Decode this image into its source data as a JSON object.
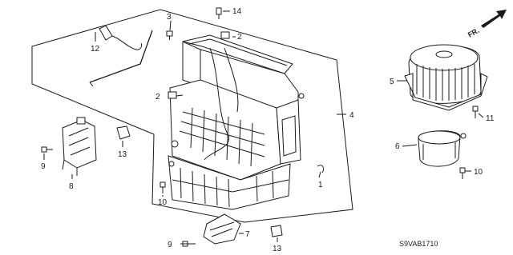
{
  "callouts": [
    {
      "id": "c1",
      "label": "1"
    },
    {
      "id": "c2a",
      "label": "2"
    },
    {
      "id": "c2b",
      "label": "2"
    },
    {
      "id": "c3",
      "label": "3"
    },
    {
      "id": "c4",
      "label": "4"
    },
    {
      "id": "c5",
      "label": "5"
    },
    {
      "id": "c6",
      "label": "6"
    },
    {
      "id": "c7",
      "label": "7"
    },
    {
      "id": "c8",
      "label": "8"
    },
    {
      "id": "c9a",
      "label": "9"
    },
    {
      "id": "c9b",
      "label": "9"
    },
    {
      "id": "c10a",
      "label": "10"
    },
    {
      "id": "c10b",
      "label": "10"
    },
    {
      "id": "c11",
      "label": "11"
    },
    {
      "id": "c12",
      "label": "12"
    },
    {
      "id": "c13a",
      "label": "13"
    },
    {
      "id": "c13b",
      "label": "13"
    },
    {
      "id": "c14",
      "label": "14"
    }
  ],
  "direction_label": "FR.",
  "diagram_code": "S9VAB1710"
}
